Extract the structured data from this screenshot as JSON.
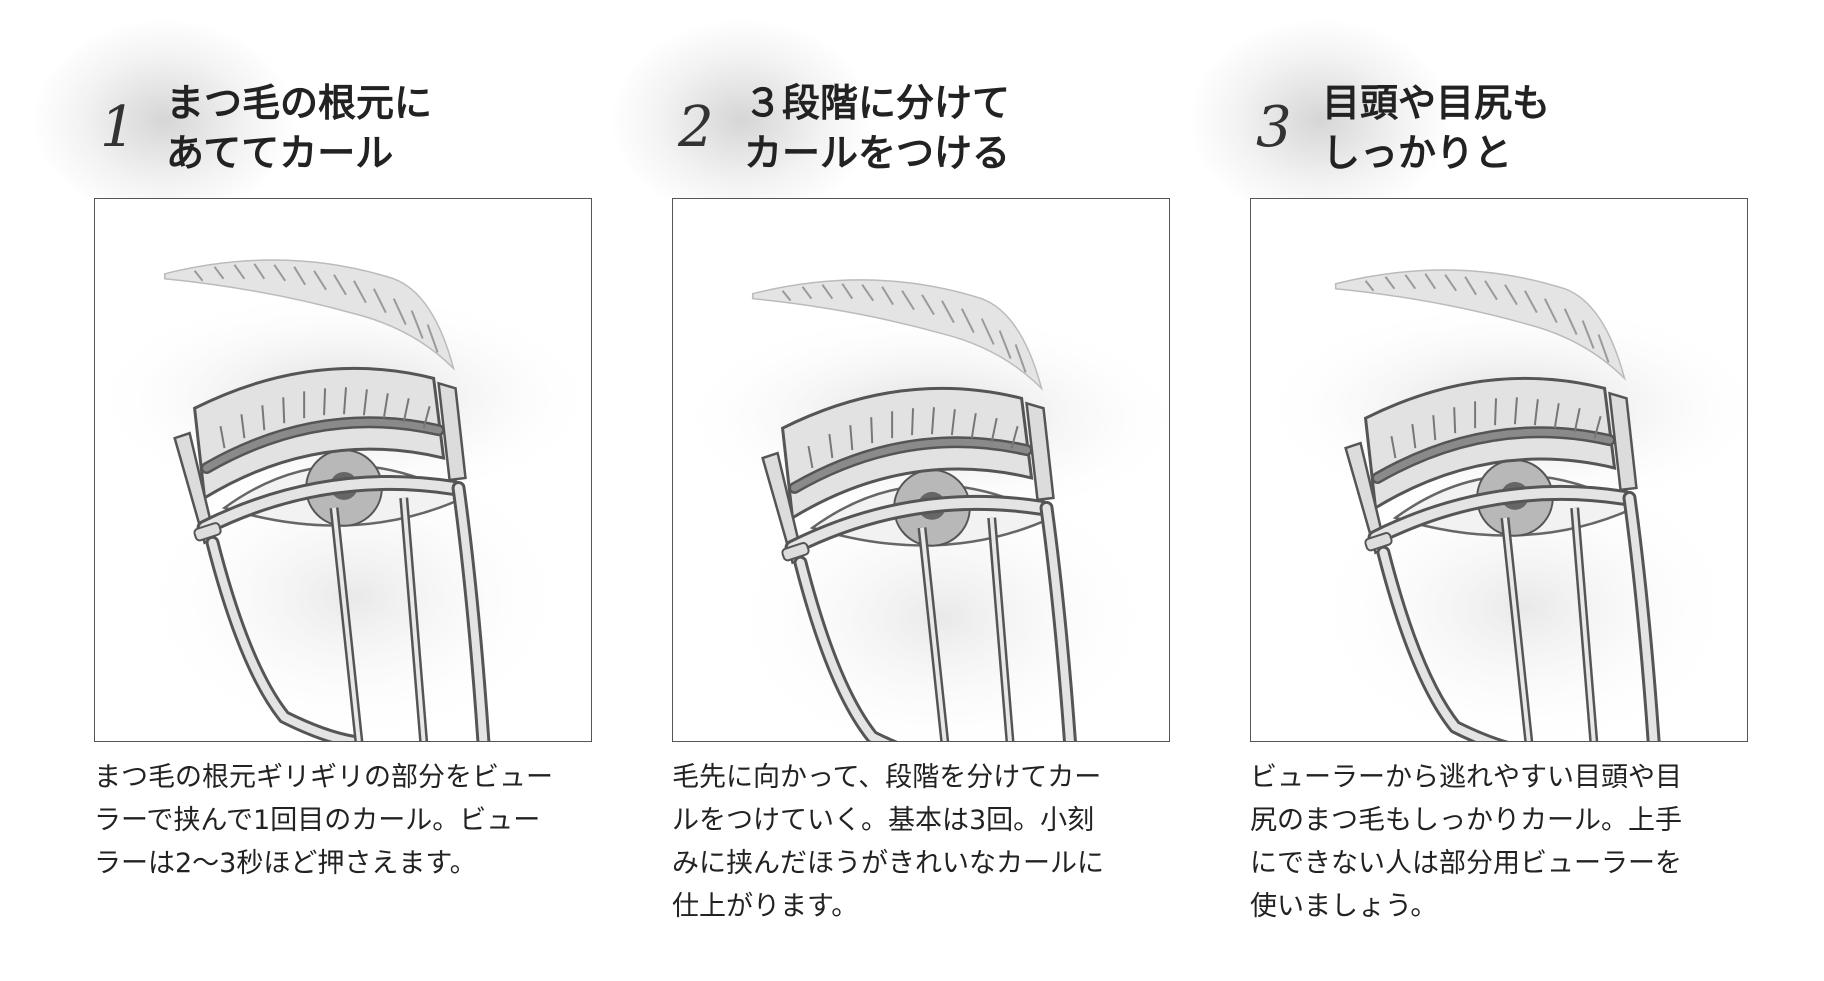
{
  "steps": [
    {
      "number": "1",
      "title": [
        "まつ毛の根元に",
        "あててカール"
      ],
      "caption": [
        "まつ毛の根元ギリギリの部分をビュー",
        "ラーで挟んで1回目のカール。ビュー",
        "ラーは2〜3秒ほど押さえます。"
      ]
    },
    {
      "number": "2",
      "title": [
        "３段階に分けて",
        "カールをつける"
      ],
      "caption": [
        "毛先に向かって、段階を分けてカー",
        "ルをつけていく。基本は3回。小刻",
        "みに挟んだほうがきれいなカールに",
        "仕上がります。"
      ]
    },
    {
      "number": "3",
      "title": [
        "目頭や目尻も",
        "しっかりと"
      ],
      "caption": [
        "ビューラーから逃れやすい目頭や目",
        "尻のまつ毛もしっかりカール。上手",
        "にできない人は部分用ビューラーを",
        "使いましょう。"
      ]
    }
  ]
}
